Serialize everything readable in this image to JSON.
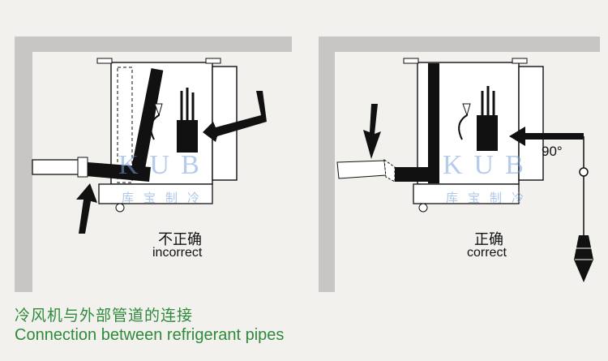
{
  "caption": {
    "chinese": "冷风机与外部管道的连接",
    "english": "Connection between refrigerant pipes"
  },
  "panels": [
    {
      "label_cn": "不正确",
      "label_en": "incorrect"
    },
    {
      "label_cn": "正确",
      "label_en": "correct"
    }
  ],
  "angle_label": "90°",
  "watermark": {
    "logo": "KUB",
    "subtitle": "库宝制冷"
  },
  "colors": {
    "wall": "#c7c6c4",
    "line": "#111111",
    "caption": "#2f8a3c",
    "watermark": "#78a0d7"
  }
}
